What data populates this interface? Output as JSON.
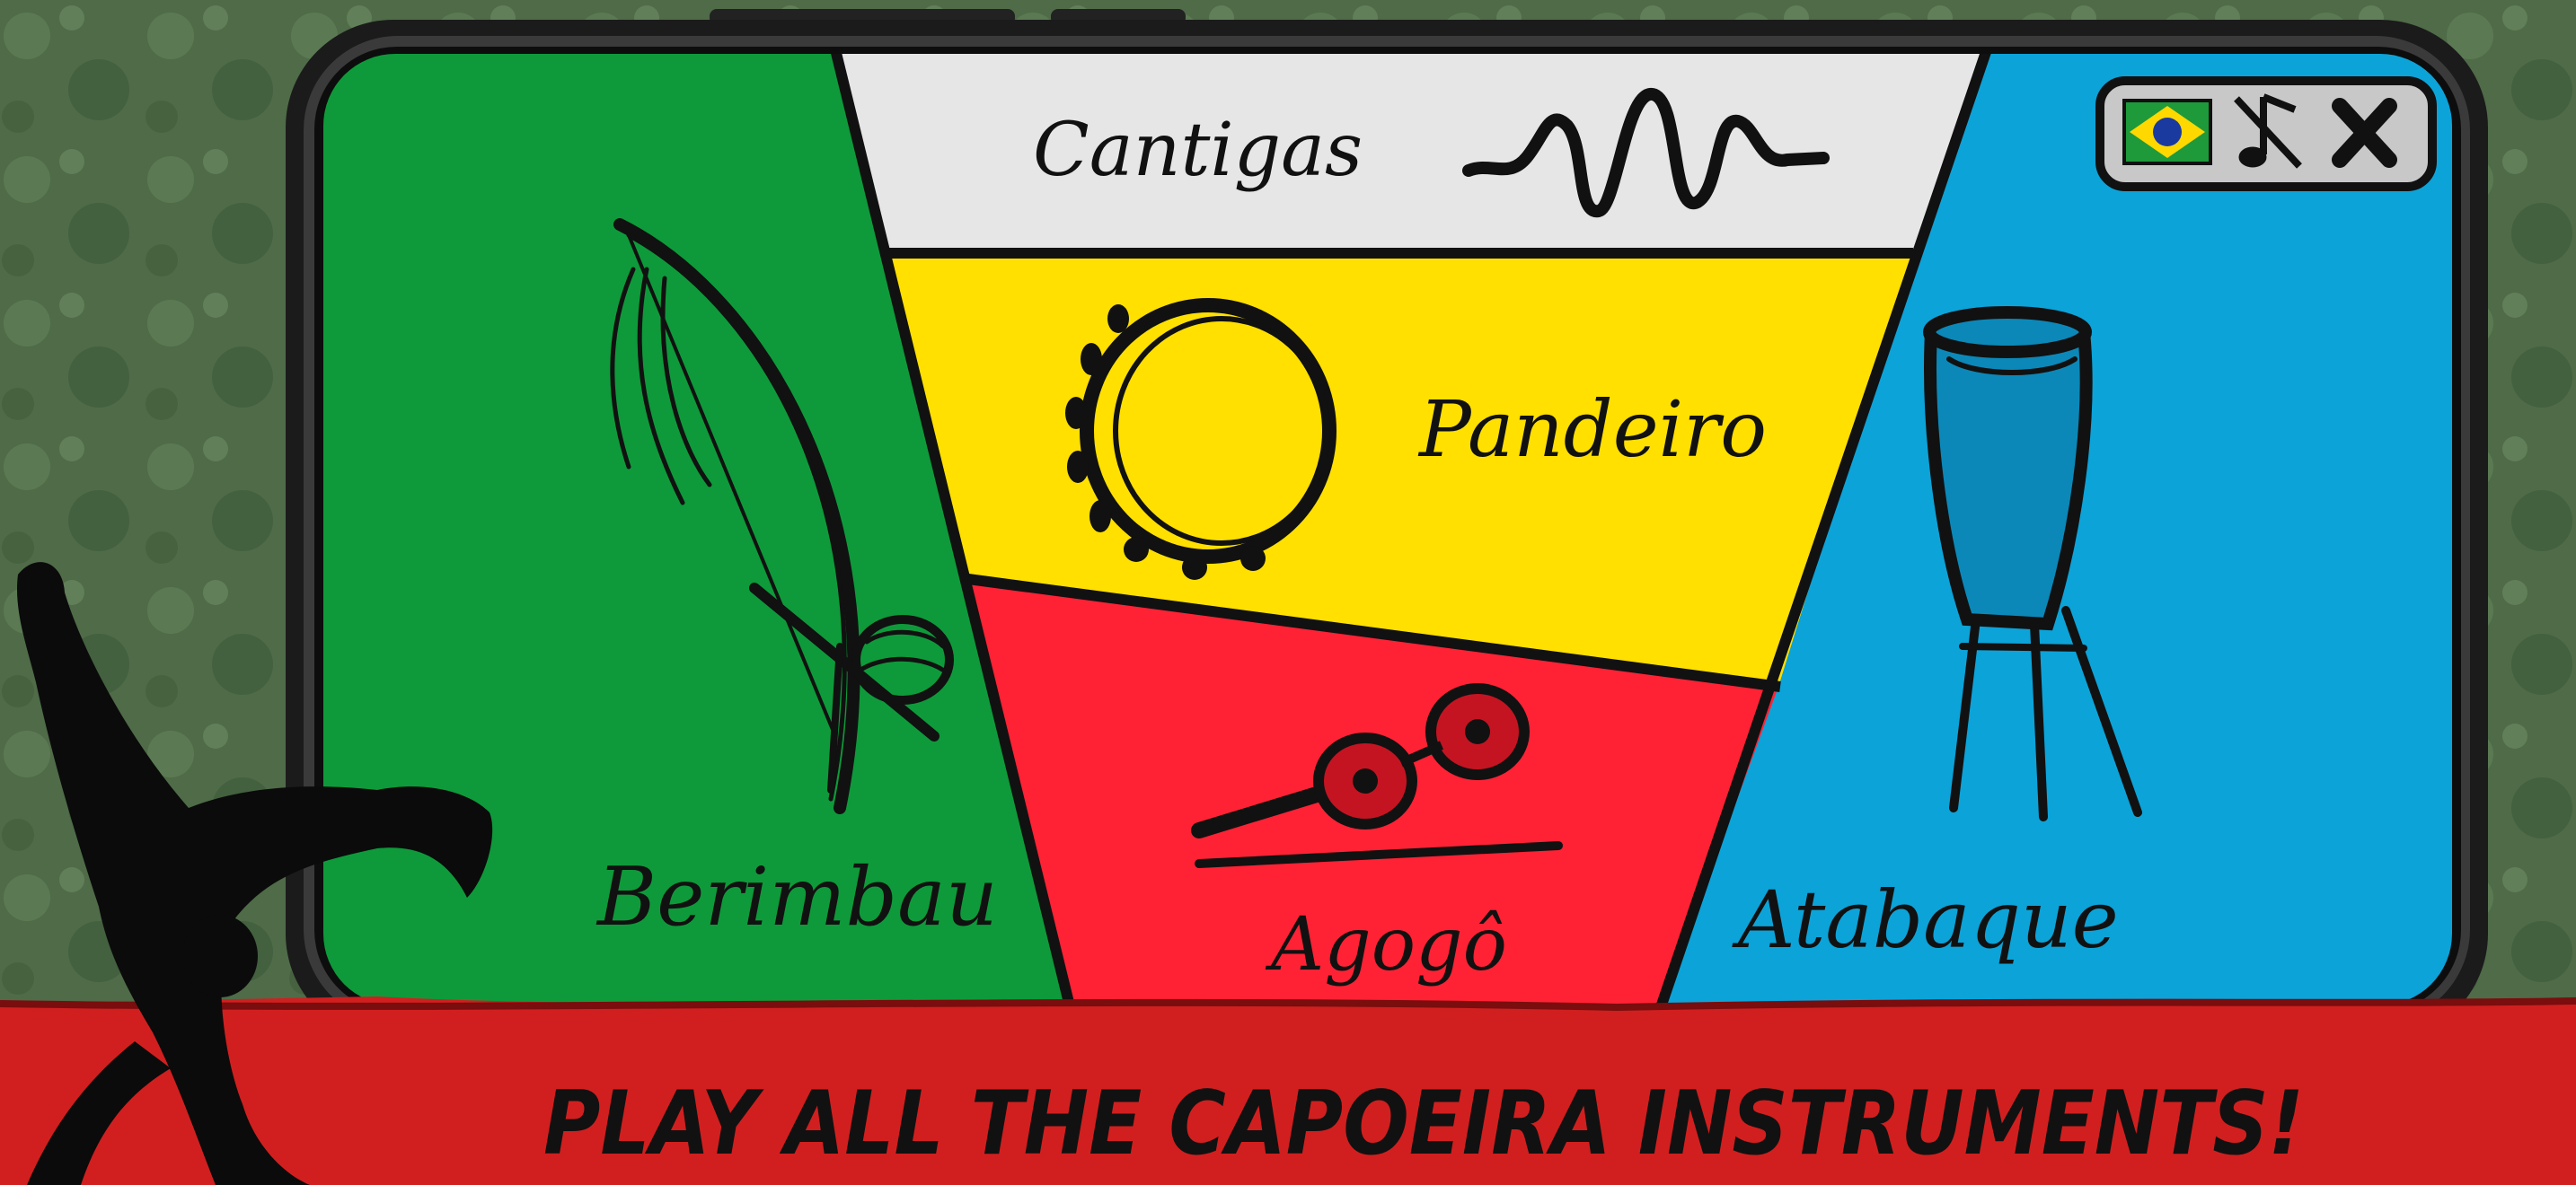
{
  "colors": {
    "background": "#4f6b48",
    "phone_frame": "#1a1a1a",
    "berimbau_panel": "#0e9a3a",
    "cantigas_panel": "#e6e6e6",
    "pandeiro_panel": "#ffe000",
    "agogo_panel": "#ff2235",
    "atabaque_panel": "#0ca3d8",
    "banner": "#d11f1f",
    "ink": "#111111"
  },
  "instruments": {
    "cantigas": {
      "label": "Cantigas",
      "icon": "sound-wave-icon"
    },
    "pandeiro": {
      "label": "Pandeiro",
      "icon": "tambourine-icon"
    },
    "berimbau": {
      "label": "Berimbau",
      "icon": "berimbau-icon"
    },
    "agogo": {
      "label": "Agogô",
      "icon": "agogo-icon"
    },
    "atabaque": {
      "label": "Atabaque",
      "icon": "atabaque-drum-icon"
    }
  },
  "toolbar": {
    "language_icon": "brazil-flag-icon",
    "sound_icon": "music-note-muted-icon",
    "close_icon": "close-icon"
  },
  "banner": {
    "text": "PLAY ALL THE CAPOEIRA INSTRUMENTS!"
  },
  "decor": {
    "silhouette_icon": "capoeira-player-silhouette-icon"
  }
}
